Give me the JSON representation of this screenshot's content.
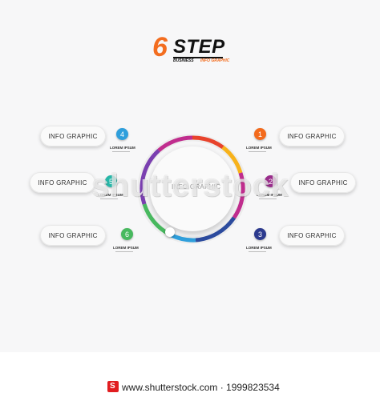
{
  "title": {
    "number": "6",
    "word": "STEP",
    "sub_black": "BUSINESS",
    "sub_orange": "INFO GRAPHIC"
  },
  "center_label": "INFO GRAPHIC",
  "steps": [
    {
      "num": "1",
      "label": "INFO GRAPHIC",
      "caption": "LOREM IPSUM",
      "color": "#f36a1c"
    },
    {
      "num": "2",
      "label": "INFO GRAPHIC",
      "caption": "LOREM IPSUM",
      "color": "#9a2d8c"
    },
    {
      "num": "3",
      "label": "INFO GRAPHIC",
      "caption": "LOREM IPSUM",
      "color": "#2c3a8e"
    },
    {
      "num": "4",
      "label": "INFO GRAPHIC",
      "caption": "LOREM IPSUM",
      "color": "#2f9fdc"
    },
    {
      "num": "5",
      "label": "INFO GRAPHIC",
      "caption": "LOREM IPSUM",
      "color": "#27b7a8"
    },
    {
      "num": "6",
      "label": "INFO GRAPHIC",
      "caption": "LOREM IPSUM",
      "color": "#48b95f"
    }
  ],
  "watermark": "shutterstock",
  "footer": {
    "logo_glyph": "S",
    "text": "www.shutterstock.com · 1999823534"
  }
}
